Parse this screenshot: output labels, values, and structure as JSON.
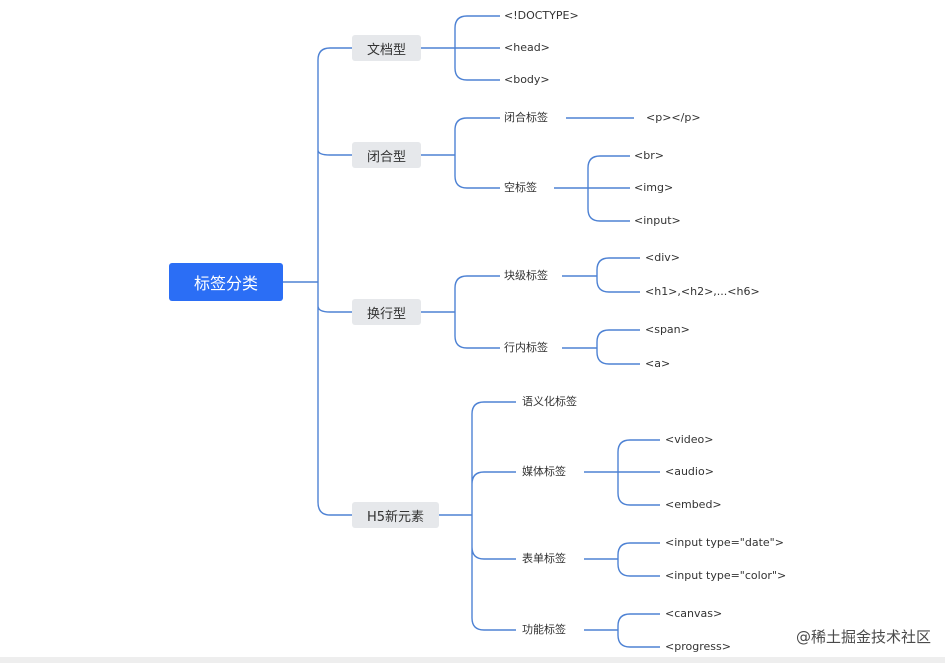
{
  "root": "标签分类",
  "groups": [
    {
      "label": "文档型",
      "children": [
        "<!DOCTYPE>",
        "<head>",
        "<body>"
      ]
    },
    {
      "label": "闭合型",
      "children": [
        {
          "label": "闭合标签",
          "children": [
            "<p></p>"
          ]
        },
        {
          "label": "空标签",
          "children": [
            "<br>",
            "<img>",
            "<input>"
          ]
        }
      ]
    },
    {
      "label": "换行型",
      "children": [
        {
          "label": "块级标签",
          "children": [
            "<div>",
            "<h1>,<h2>,...<h6>"
          ]
        },
        {
          "label": "行内标签",
          "children": [
            "<span>",
            "<a>"
          ]
        }
      ]
    },
    {
      "label": "H5新元素",
      "children": [
        {
          "label": "语义化标签",
          "children": []
        },
        {
          "label": "媒体标签",
          "children": [
            "<video>",
            "<audio>",
            "<embed>"
          ]
        },
        {
          "label": "表单标签",
          "children": [
            "<input type=\"date\">",
            "<input type=\"color\">"
          ]
        },
        {
          "label": "功能标签",
          "children": [
            "<canvas>",
            "<progress>"
          ]
        }
      ]
    }
  ],
  "source_label": "@稀土掘金技术社区",
  "accent_color": "#2b6ef5",
  "line_color": "#4e82d4"
}
